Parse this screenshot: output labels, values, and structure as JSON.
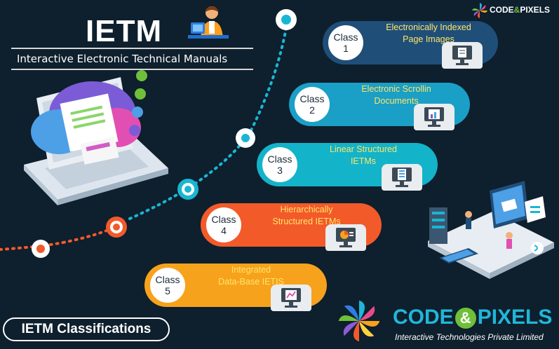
{
  "header": {
    "title": "IETM",
    "subtitle": "Interactive Electronic Technical Manuals"
  },
  "brand": {
    "name_left": "CODE",
    "name_amp": "&",
    "name_right": "PIXELS",
    "tagline": "Interactive Technologies Private Limited"
  },
  "classes": [
    {
      "class_word": "Class",
      "num": "1",
      "line1": "Electronically Indexed",
      "line2": "Page Images",
      "color": "#1f4e79"
    },
    {
      "class_word": "Class",
      "num": "2",
      "line1": "Electronic Scrollin",
      "line2": "Documents",
      "color": "#1a9fc6"
    },
    {
      "class_word": "Class",
      "num": "3",
      "line1": "Linear Structured",
      "line2": "IETMs",
      "color": "#13b3c9"
    },
    {
      "class_word": "Class",
      "num": "4",
      "line1": "Hierarchically",
      "line2": "Structured IETMs",
      "color": "#f25a2a"
    },
    {
      "class_word": "Class",
      "num": "5",
      "line1": "Integrated",
      "line2": "Data-Base IETIS",
      "color": "#f7a21c"
    }
  ],
  "footer_label": "IETM Classifications",
  "colors": {
    "background": "#0e1f2d",
    "title": "#ffffff",
    "label_text": "#ffe566",
    "brand_code": "#1fb7d9",
    "brand_pixels": "#1fb7d9",
    "brand_amp": "#6fbf3a"
  }
}
